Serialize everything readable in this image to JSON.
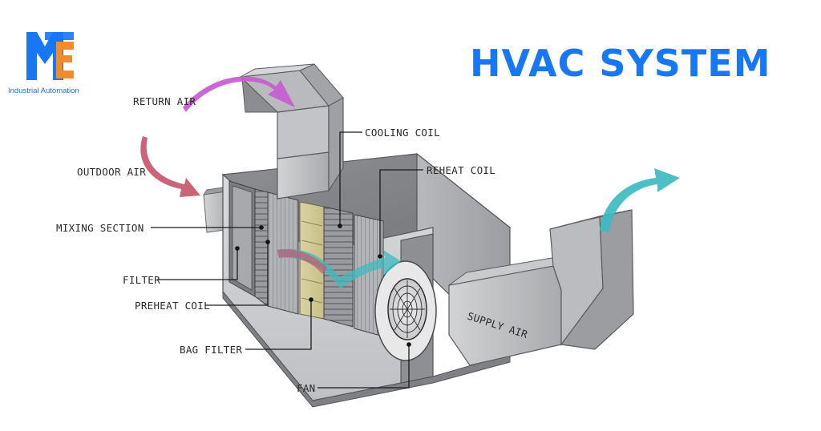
{
  "brand": {
    "tagline": "Industrial Automation",
    "colors": {
      "blue": "#1877F2",
      "orange": "#F28C28"
    }
  },
  "title": "HVAC SYSTEM",
  "labels": {
    "return_air": "RETURN AIR",
    "outdoor_air": "OUTDOOR AIR",
    "mixing_section": "MIXING SECTION",
    "filter": "FILTER",
    "preheat_coil": "PREHEAT COIL",
    "bag_filter": "BAG FILTER",
    "fan": "FAN",
    "cooling_coil": "COOLING COIL",
    "reheat_coil": "REHEAT COIL",
    "supply_air": "SUPPLY AIR"
  },
  "colors": {
    "return_air_arrow": "#C65BD1",
    "outdoor_air_arrow": "#C8576E",
    "supply_air_arrow": "#3DBBC0",
    "title": "#1877F2"
  }
}
